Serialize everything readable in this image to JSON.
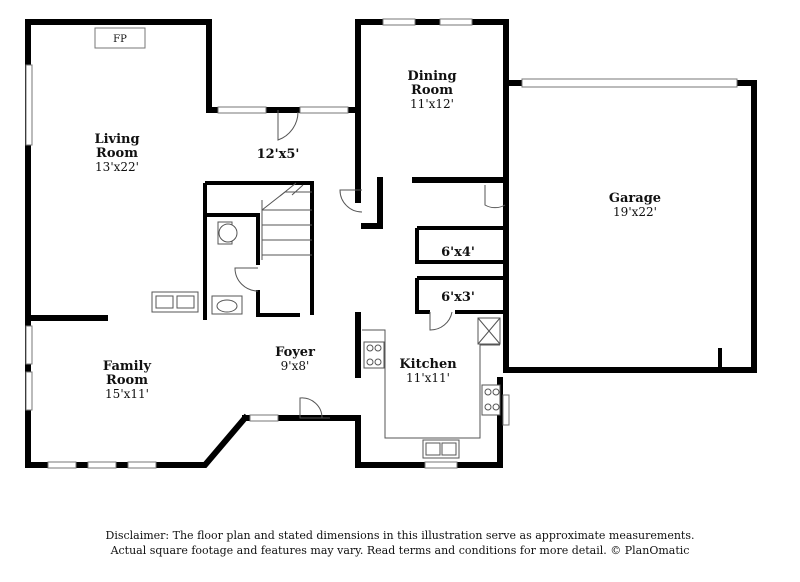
{
  "rooms": {
    "living": {
      "name1": "Living",
      "name2": "Room",
      "dim": "13'x22'"
    },
    "dining": {
      "name1": "Dining",
      "name2": "Room",
      "dim": "11'x12'"
    },
    "garage": {
      "name": "Garage",
      "dim": "19'x22'"
    },
    "hall": {
      "dim": "12'x5'"
    },
    "closet1": {
      "dim": "6'x4'"
    },
    "closet2": {
      "dim": "6'x3'"
    },
    "foyer": {
      "name": "Foyer",
      "dim": "9'x8'"
    },
    "kitchen": {
      "name": "Kitchen",
      "dim": "11'x11'"
    },
    "family": {
      "name1": "Family",
      "name2": "Room",
      "dim": "15'x11'"
    }
  },
  "fireplace": "FP",
  "disclaimer": {
    "line1": "Disclaimer: The floor plan and stated dimensions in this illustration serve as approximate measurements.",
    "line2": "Actual square footage and features may vary. Read terms and conditions for more detail. © PlanOmatic"
  }
}
